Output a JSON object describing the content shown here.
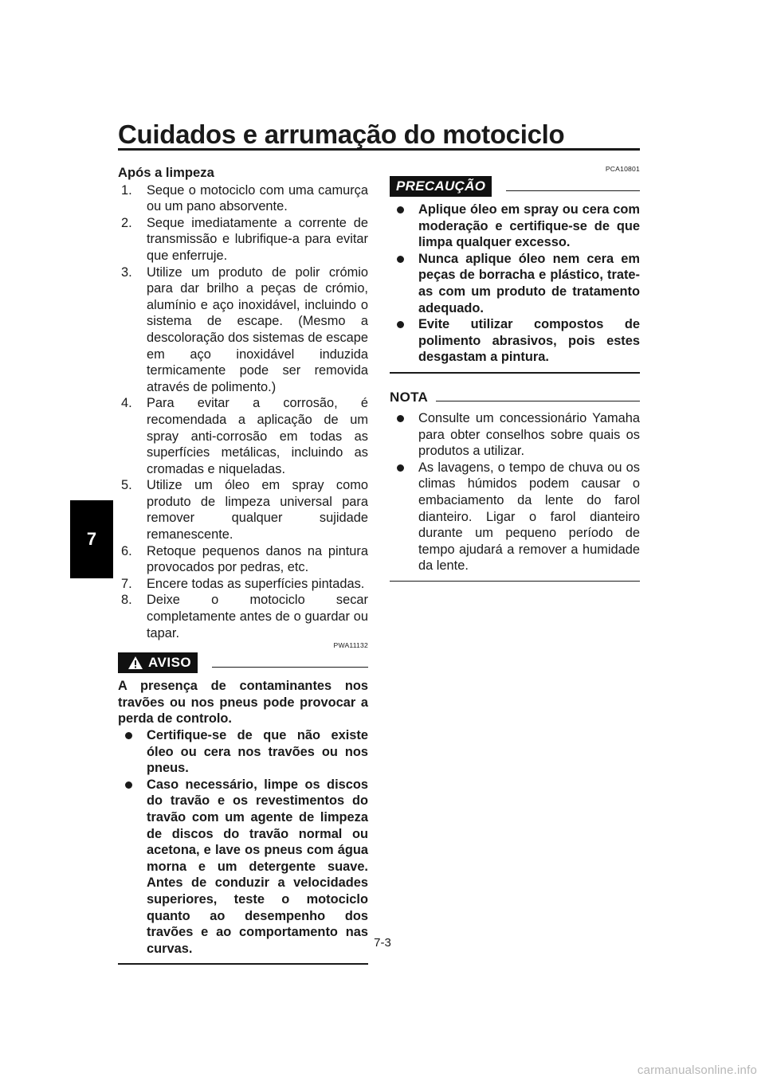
{
  "header": {
    "title": "Cuidados e arrumação do motociclo"
  },
  "chapter_tab": "7",
  "left_column": {
    "subheading": "Após a limpeza",
    "steps": [
      {
        "num": "1.",
        "text": "Seque o motociclo com uma camurça ou um pano absorvente."
      },
      {
        "num": "2.",
        "text": "Seque imediatamente a corrente de transmissão e lubrifique-a para evitar que enferruje."
      },
      {
        "num": "3.",
        "text": "Utilize um produto de polir crómio para dar brilho a peças de crómio, alumínio e aço inoxidável, incluindo o sistema de escape. (Mesmo a descoloração dos sistemas de escape em aço inoxidável induzida termicamente pode ser removida através de polimento.)"
      },
      {
        "num": "4.",
        "text": "Para evitar a corrosão, é recomendada a aplicação de um spray anti-corrosão em todas as superfícies metálicas, incluindo as cromadas e niqueladas."
      },
      {
        "num": "5.",
        "text": "Utilize um óleo em spray como produto de limpeza universal para remover qualquer sujidade remanescente."
      },
      {
        "num": "6.",
        "text": "Retoque pequenos danos na pintura provocados por pedras, etc."
      },
      {
        "num": "7.",
        "text": "Encere todas as superfícies pintadas."
      },
      {
        "num": "8.",
        "text": "Deixe o motociclo secar completamente antes de o guardar ou tapar."
      }
    ],
    "warning": {
      "code": "PWA11132",
      "label": "AVISO",
      "intro": "A presença de contaminantes nos travões ou nos pneus pode provocar a perda de controlo.",
      "bullets": [
        "Certifique-se de que não existe óleo ou cera nos travões ou nos pneus.",
        "Caso necessário, limpe os discos do travão e os revestimentos do travão com um agente de limpeza de discos do travão normal ou acetona, e lave os pneus com água morna e um detergente suave. Antes de conduzir a velocidades superiores, teste o motociclo quanto ao desempenho dos travões e ao comportamento nas curvas."
      ]
    }
  },
  "right_column": {
    "caution": {
      "code": "PCA10801",
      "label": "PRECAUÇÃO",
      "bullets": [
        "Aplique óleo em spray ou cera com moderação e certifique-se de que limpa qualquer excesso.",
        "Nunca aplique óleo nem cera em peças de borracha e plástico, trate-as com um produto de tratamento adequado.",
        "Evite utilizar compostos de polimento abrasivos, pois estes desgastam a pintura."
      ]
    },
    "note": {
      "label": "NOTA",
      "bullets": [
        "Consulte um concessionário Yamaha para obter conselhos sobre quais os produtos a utilizar.",
        "As lavagens, o tempo de chuva ou os climas húmidos podem causar o embaciamento da lente do farol dianteiro. Ligar o farol dianteiro durante um pequeno período de tempo ajudará a remover a humidade da lente."
      ]
    }
  },
  "footer": {
    "page_number": "7-3",
    "watermark": "carmanualsonline.info"
  }
}
